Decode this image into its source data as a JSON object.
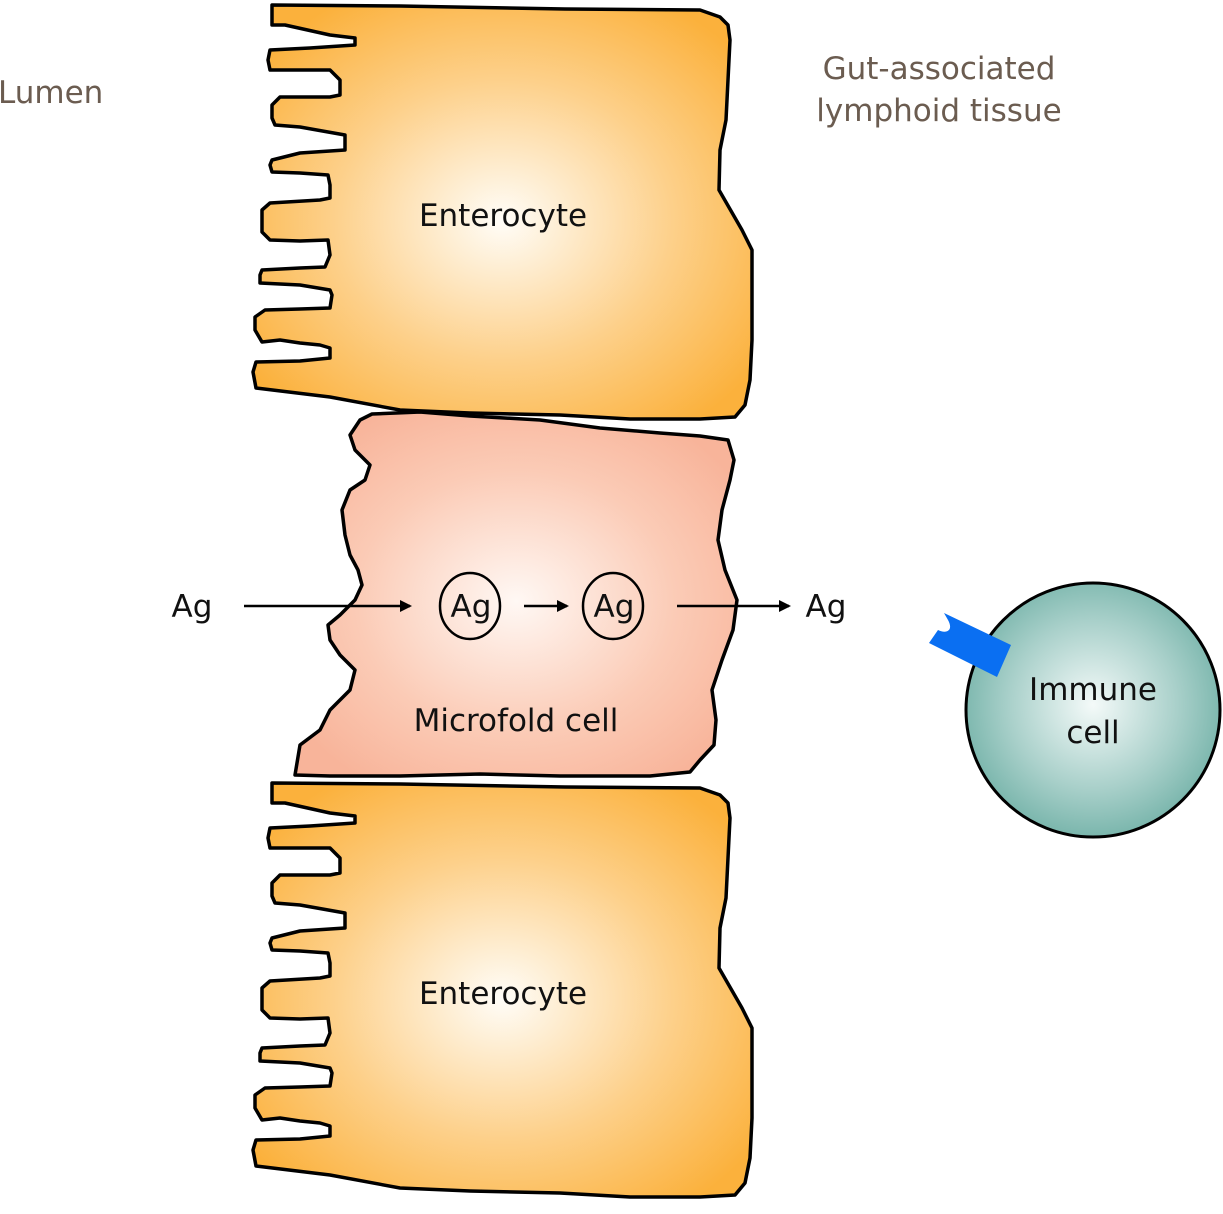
{
  "regions": {
    "lumen": "Lumen",
    "galt_line1": "Gut-associated",
    "galt_line2": "lymphoid tissue"
  },
  "cells": {
    "enterocyte_top": "Enterocyte",
    "microfold": "Microfold cell",
    "enterocyte_bottom": "Enterocyte",
    "immune_line1": "Immune",
    "immune_line2": "cell"
  },
  "antigen": {
    "lumen_label": "Ag",
    "inside_1": "Ag",
    "inside_2": "Ag",
    "tissue_label": "Ag"
  },
  "colors": {
    "enterocyte": "#fbb13c",
    "microfold": "#f8b49a",
    "immune": "#73b2a8",
    "receptor": "#0a6ff2",
    "region_text": "#6b5c50"
  }
}
